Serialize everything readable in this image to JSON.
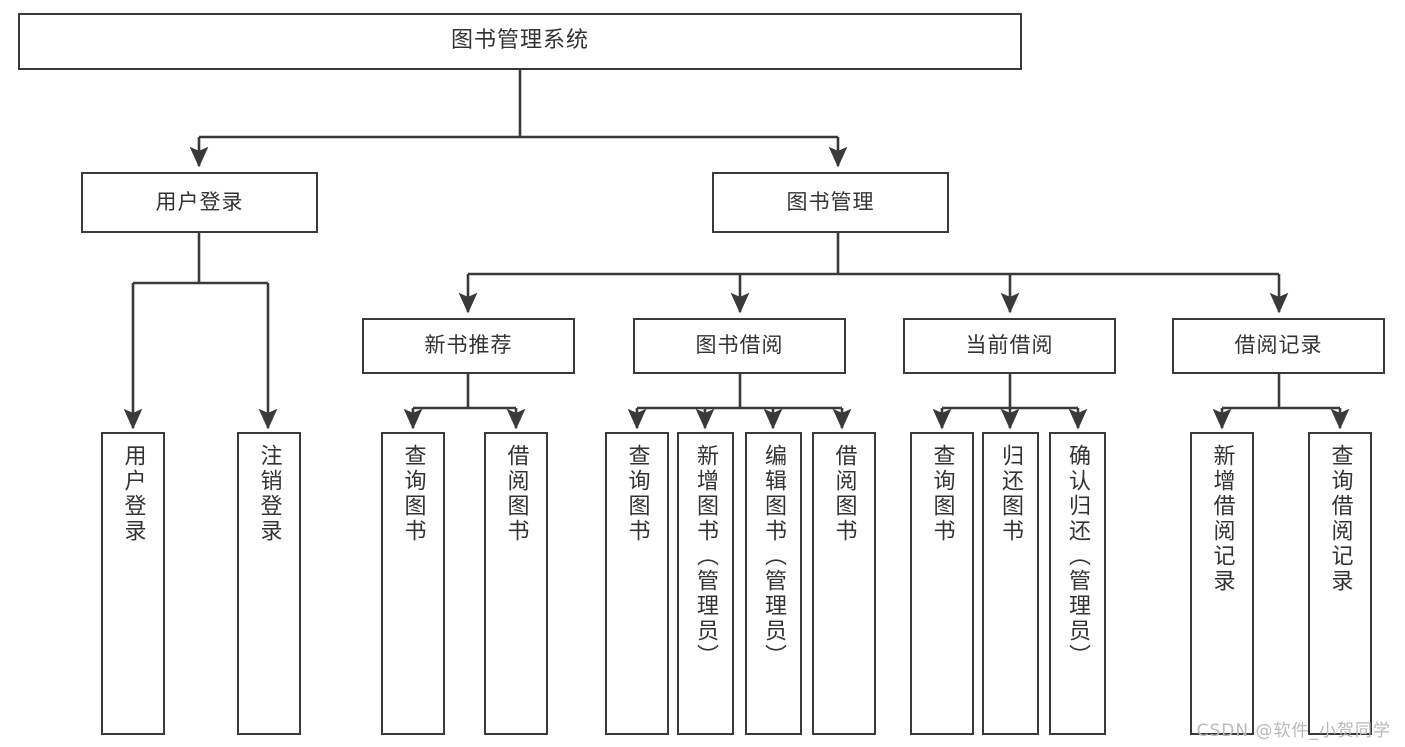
{
  "diagram": {
    "title": "图书管理系统",
    "type": "tree",
    "stroke_color": "#3a3a3a",
    "text_color": "#333333",
    "background_color": "#ffffff",
    "nodes": {
      "root": {
        "label": "图书管理系统"
      },
      "user_login": {
        "label": "用户登录"
      },
      "book_manage": {
        "label": "图书管理"
      },
      "new_book_rec": {
        "label": "新书推荐"
      },
      "book_borrow": {
        "label": "图书借阅"
      },
      "current_borrow": {
        "label": "当前借阅"
      },
      "borrow_record": {
        "label": "借阅记录"
      },
      "leaf_user_login": {
        "label": "用户登录"
      },
      "leaf_logout_login": {
        "label": "注销登录"
      },
      "leaf_query_book_1": {
        "label": "查询图书"
      },
      "leaf_borrow_book_1": {
        "label": "借阅图书"
      },
      "leaf_query_book_2": {
        "label": "查询图书"
      },
      "leaf_add_book": {
        "label": "新增图书（管理员）"
      },
      "leaf_edit_book": {
        "label": "编辑图书（管理员）"
      },
      "leaf_borrow_book_2": {
        "label": "借阅图书"
      },
      "leaf_query_book_3": {
        "label": "查询图书"
      },
      "leaf_return_book": {
        "label": "归还图书"
      },
      "leaf_confirm_return": {
        "label": "确认归还（管理员）"
      },
      "leaf_add_record": {
        "label": "新增借阅记录"
      },
      "leaf_query_record": {
        "label": "查询借阅记录"
      }
    }
  },
  "watermark": {
    "text": "CSDN @软件_小贺同学"
  }
}
